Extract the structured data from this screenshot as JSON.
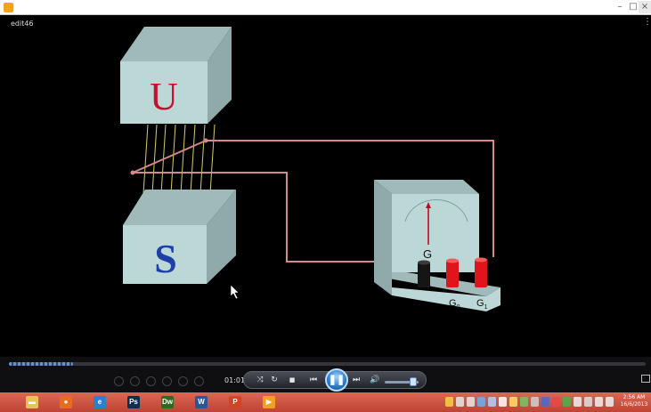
{
  "window": {
    "min_glyph": "–",
    "max_glyph": "□",
    "close_glyph": "×"
  },
  "video": {
    "title": "edit46",
    "menu_glyph": "⋮"
  },
  "scene": {
    "magnet_top_label": "U",
    "magnet_bottom_label": "S",
    "galvanometer_label": "G",
    "terminal_g0_main": "G",
    "terminal_g0_sub": "0",
    "terminal_g1_main": "G",
    "terminal_g1_sub": "1",
    "colors": {
      "cube_face": "#bcd8d6",
      "cube_top": "#9fbab9",
      "cube_side": "#8faaa8",
      "magnet_u": "#c8102e",
      "magnet_s": "#1e3fa8",
      "field_lines": "#d6cf63",
      "wire": "#d48a8a",
      "terminal_black": "#151515",
      "terminal_red": "#e0141c"
    }
  },
  "player": {
    "progress": 0.1,
    "time": "01:01",
    "shuffle_glyph": "⤨",
    "repeat_glyph": "↻",
    "stop_glyph": "■",
    "prev_glyph": "⏮",
    "pause_glyph": "❚❚",
    "next_glyph": "⏭",
    "volume_glyph": "🔊",
    "volume": 0.85
  },
  "taskbar": {
    "apps": [
      {
        "name": "File Explorer",
        "glyph": "▬",
        "color": "#e8c35a"
      },
      {
        "name": "Firefox",
        "glyph": "●",
        "color": "#e66c1f"
      },
      {
        "name": "Internet Explorer",
        "glyph": "e",
        "color": "#2d7fd0"
      },
      {
        "name": "Photoshop",
        "glyph": "Ps",
        "color": "#0c2f4e"
      },
      {
        "name": "Dreamweaver",
        "glyph": "Dw",
        "color": "#2f6b1f"
      },
      {
        "name": "Word",
        "glyph": "W",
        "color": "#2b579a"
      },
      {
        "name": "PowerPoint",
        "glyph": "P",
        "color": "#d04525"
      },
      {
        "name": "Media Player",
        "glyph": "▶",
        "color": "#f0a020"
      }
    ],
    "clock_time": "2:56 AM",
    "clock_date": "16/6/2013"
  }
}
